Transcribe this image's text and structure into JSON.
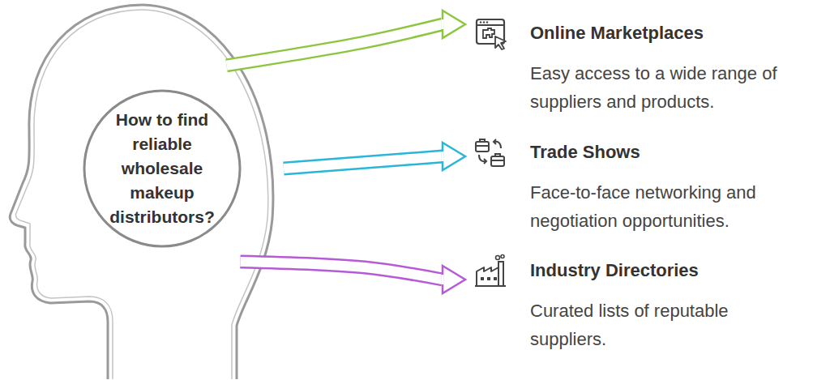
{
  "diagram": {
    "nodes": [
      {
        "text": [
          "How to find reliable wholesale makeup distributors?"
        ]
      },
      {
        "text": [
          "Online Marketplaces",
          "Easy access to a wide range of suppliers and products."
        ]
      },
      {
        "text": [
          "Trade Shows",
          "Face-to-face networking and negotiation opportunities."
        ]
      },
      {
        "text": [
          "Industry Directories",
          "Curated lists of reputable suppliers."
        ]
      }
    ],
    "edges": [
      {
        "from": 0,
        "to": 1,
        "arrow": "to"
      },
      {
        "from": 0,
        "to": 2,
        "arrow": "to"
      },
      {
        "from": 0,
        "to": 3,
        "arrow": "to"
      }
    ]
  }
}
